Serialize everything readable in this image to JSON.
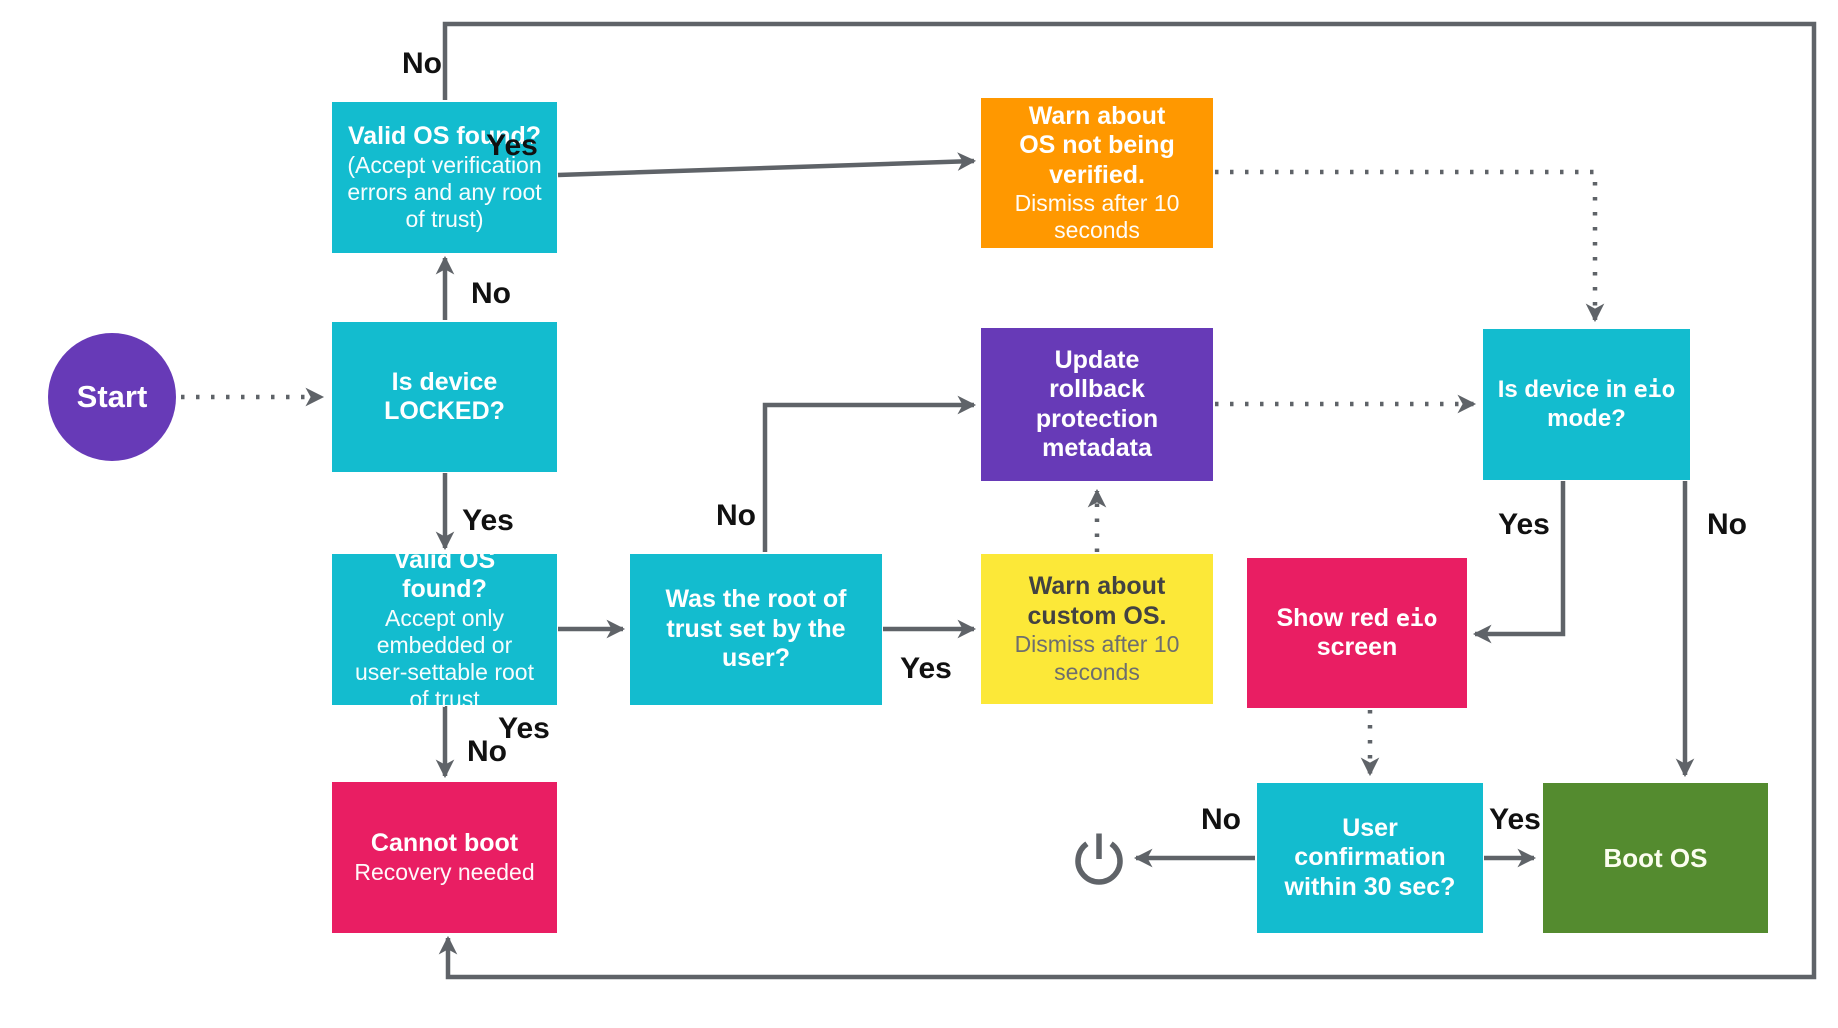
{
  "colors": {
    "cyan": "#13bccf",
    "orange": "#ff9800",
    "purple": "#673ab7",
    "pink": "#e91e63",
    "yellow": "#fce838",
    "green": "#548b2f",
    "line": "#5f6368",
    "label": "#111111",
    "yellow_text": "#424242",
    "yellow_subtext": "#6e6e6e"
  },
  "icons": {
    "power": "power-symbol"
  },
  "nodes": {
    "start": {
      "label": "Start"
    },
    "valid_os_locked": {
      "title": "Valid OS found?",
      "subtitle": "(Accept verification errors and any root of trust)"
    },
    "is_device_locked": {
      "title": "Is device LOCKED?"
    },
    "warn_not_verified": {
      "title": "Warn about OS not being verified.",
      "subtitle": "Dismiss after 10 seconds"
    },
    "valid_os_unlocked": {
      "title": "Valid OS found?",
      "subtitle": "Accept only embedded or user-settable root of trust"
    },
    "root_of_trust": {
      "title": "Was the root of trust set by the user?"
    },
    "warn_custom_os": {
      "title": "Warn about custom OS.",
      "subtitle": "Dismiss after 10 seconds"
    },
    "update_rollback": {
      "title": "Update rollback protection metadata"
    },
    "eio_mode": {
      "prefix": "Is device in ",
      "mono": "eio",
      "suffix": " mode?"
    },
    "show_red_eio": {
      "prefix": "Show red ",
      "mono": "eio",
      "suffix": " screen"
    },
    "cannot_boot": {
      "title": "Cannot boot",
      "subtitle": "Recovery needed"
    },
    "user_confirmation": {
      "title": "User confirmation within 30 sec?"
    },
    "boot_os": {
      "title": "Boot OS"
    }
  },
  "edge_labels": {
    "loop_no": "No",
    "os_yes": "Yes",
    "locked_no": "No",
    "locked_yes": "Yes",
    "unlocked_yes": "Yes",
    "unlocked_no": "No",
    "root_no": "No",
    "root_yes": "Yes",
    "eio_yes": "Yes",
    "eio_no": "No",
    "confirm_no": "No",
    "confirm_yes": "Yes"
  }
}
